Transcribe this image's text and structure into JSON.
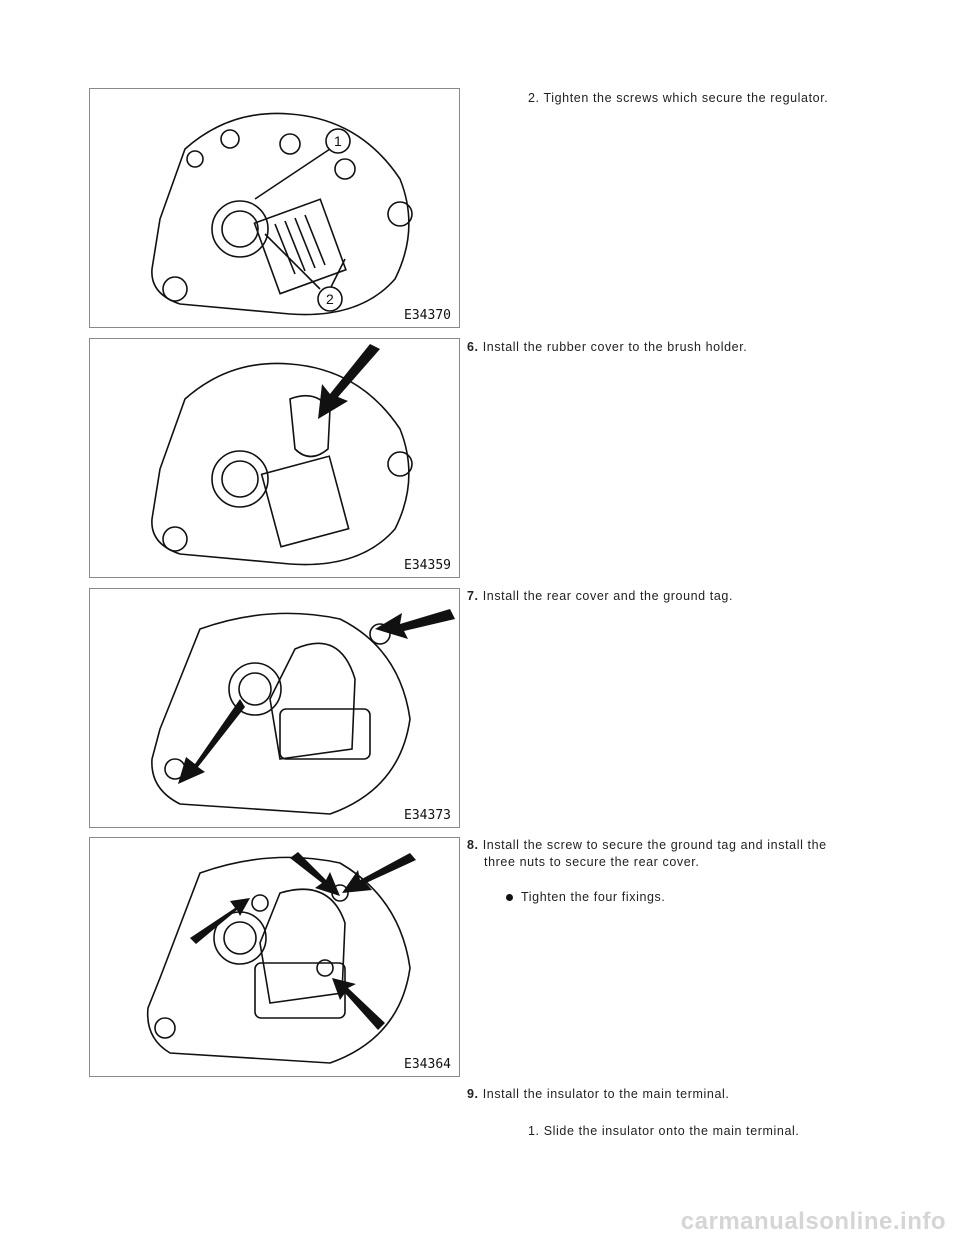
{
  "figures": [
    {
      "code": "E34370",
      "callouts": [
        "1",
        "2"
      ]
    },
    {
      "code": "E34359"
    },
    {
      "code": "E34373"
    },
    {
      "code": "E34364"
    }
  ],
  "steps": [
    {
      "substep": "2. Tighten the screws which secure the regulator."
    },
    {
      "number": "6.",
      "text": "Install the rubber cover to the brush holder."
    },
    {
      "number": "7.",
      "text": "Install the rear cover and the ground tag."
    },
    {
      "number": "8.",
      "text_line1": "Install the screw to secure the ground tag and install the",
      "text_line2": "three nuts to secure the rear cover.",
      "bullet": "Tighten the four fixings."
    },
    {
      "number": "9.",
      "text": "Install the insulator to the main terminal.",
      "substep": "1. Slide the insulator onto the main terminal."
    }
  ],
  "watermark": "carmanualsonline.info"
}
